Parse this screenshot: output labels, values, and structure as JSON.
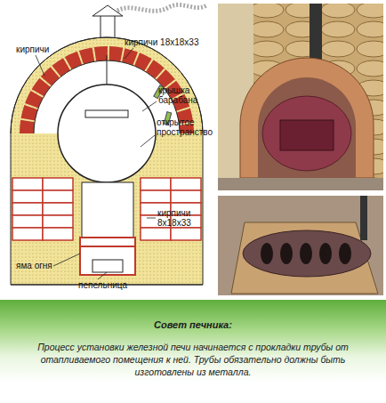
{
  "diagram": {
    "nodes": [
      {
        "text": [
          "Совет печника:",
          "Процесс установки железной печи начинается с прокладки трубы от отапливаемого помещения к ней. Трубы обязательно должны быть изготовлены из металла."
        ]
      }
    ],
    "labels": [
      "кирпичи",
      "кирпичи 18x18x33",
      "крышка барабана",
      "открытое пространство",
      "кирпичи 8x18x33",
      "яма огня",
      "пепельница"
    ]
  }
}
